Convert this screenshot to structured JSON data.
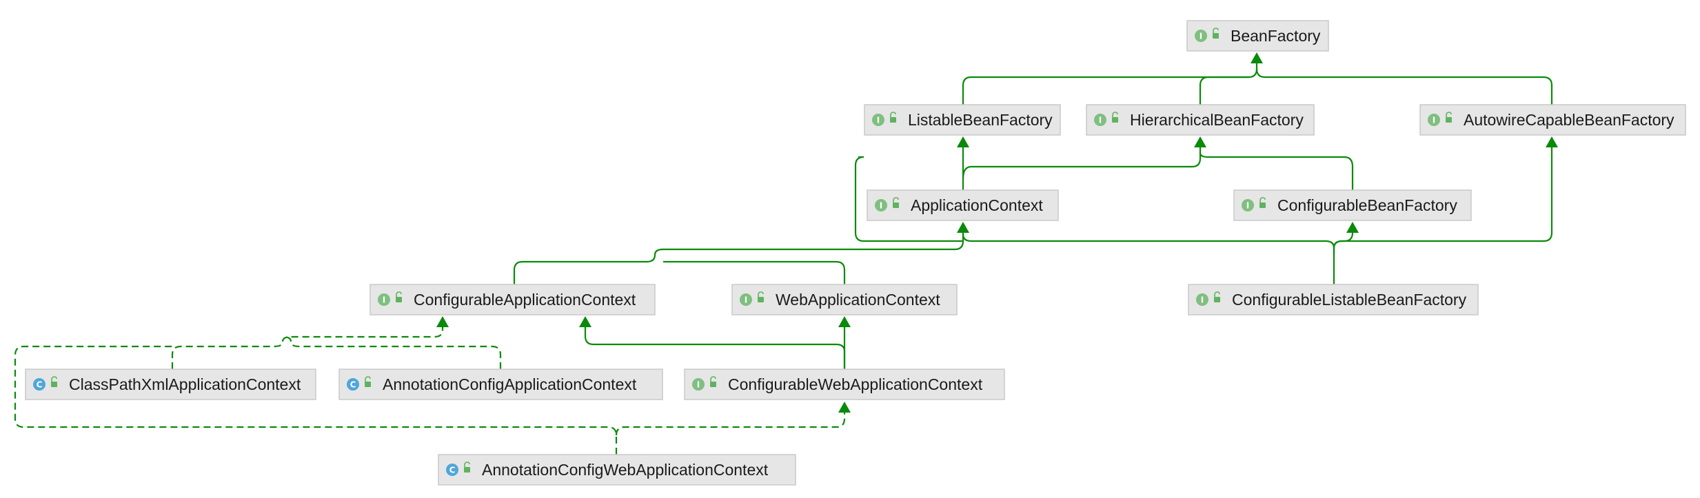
{
  "diagram": {
    "type": "class-hierarchy",
    "nodes": {
      "bean_factory": {
        "label": "BeanFactory",
        "kind": "interface"
      },
      "listable_bean_factory": {
        "label": "ListableBeanFactory",
        "kind": "interface"
      },
      "hierarchical_bean_factory": {
        "label": "HierarchicalBeanFactory",
        "kind": "interface"
      },
      "autowire_capable_bean_factory": {
        "label": "AutowireCapableBeanFactory",
        "kind": "interface"
      },
      "application_context": {
        "label": "ApplicationContext",
        "kind": "interface"
      },
      "configurable_bean_factory": {
        "label": "ConfigurableBeanFactory",
        "kind": "interface"
      },
      "configurable_application_context": {
        "label": "ConfigurableApplicationContext",
        "kind": "interface"
      },
      "web_application_context": {
        "label": "WebApplicationContext",
        "kind": "interface"
      },
      "configurable_listable_bean_factory": {
        "label": "ConfigurableListableBeanFactory",
        "kind": "interface"
      },
      "class_path_xml_application_context": {
        "label": "ClassPathXmlApplicationContext",
        "kind": "class"
      },
      "annotation_config_application_context": {
        "label": "AnnotationConfigApplicationContext",
        "kind": "class"
      },
      "configurable_web_application_context": {
        "label": "ConfigurableWebApplicationContext",
        "kind": "interface"
      },
      "annotation_config_web_application_context": {
        "label": "AnnotationConfigWebApplicationContext",
        "kind": "class"
      }
    },
    "relations": [
      {
        "from": "listable_bean_factory",
        "to": "bean_factory",
        "type": "extends"
      },
      {
        "from": "hierarchical_bean_factory",
        "to": "bean_factory",
        "type": "extends"
      },
      {
        "from": "autowire_capable_bean_factory",
        "to": "bean_factory",
        "type": "extends"
      },
      {
        "from": "application_context",
        "to": "listable_bean_factory",
        "type": "extends"
      },
      {
        "from": "application_context",
        "to": "hierarchical_bean_factory",
        "type": "extends"
      },
      {
        "from": "configurable_bean_factory",
        "to": "hierarchical_bean_factory",
        "type": "extends"
      },
      {
        "from": "configurable_application_context",
        "to": "application_context",
        "type": "extends"
      },
      {
        "from": "web_application_context",
        "to": "application_context",
        "type": "extends"
      },
      {
        "from": "configurable_listable_bean_factory",
        "to": "listable_bean_factory",
        "type": "extends"
      },
      {
        "from": "configurable_listable_bean_factory",
        "to": "configurable_bean_factory",
        "type": "extends"
      },
      {
        "from": "configurable_listable_bean_factory",
        "to": "autowire_capable_bean_factory",
        "type": "extends"
      },
      {
        "from": "class_path_xml_application_context",
        "to": "configurable_application_context",
        "type": "implements"
      },
      {
        "from": "annotation_config_application_context",
        "to": "configurable_application_context",
        "type": "implements"
      },
      {
        "from": "configurable_web_application_context",
        "to": "configurable_application_context",
        "type": "extends"
      },
      {
        "from": "configurable_web_application_context",
        "to": "web_application_context",
        "type": "extends"
      },
      {
        "from": "annotation_config_web_application_context",
        "to": "configurable_web_application_context",
        "type": "implements"
      }
    ],
    "badges": {
      "interface_letter": "I",
      "class_letter": "C",
      "interface_color": "#7fbf7f",
      "class_color": "#4ea6dc",
      "access_icon": "unlock-icon"
    },
    "colors": {
      "edge": "#0a8a0a",
      "box_fill": "#e6e6e6",
      "box_border": "#c9c9c9"
    }
  }
}
